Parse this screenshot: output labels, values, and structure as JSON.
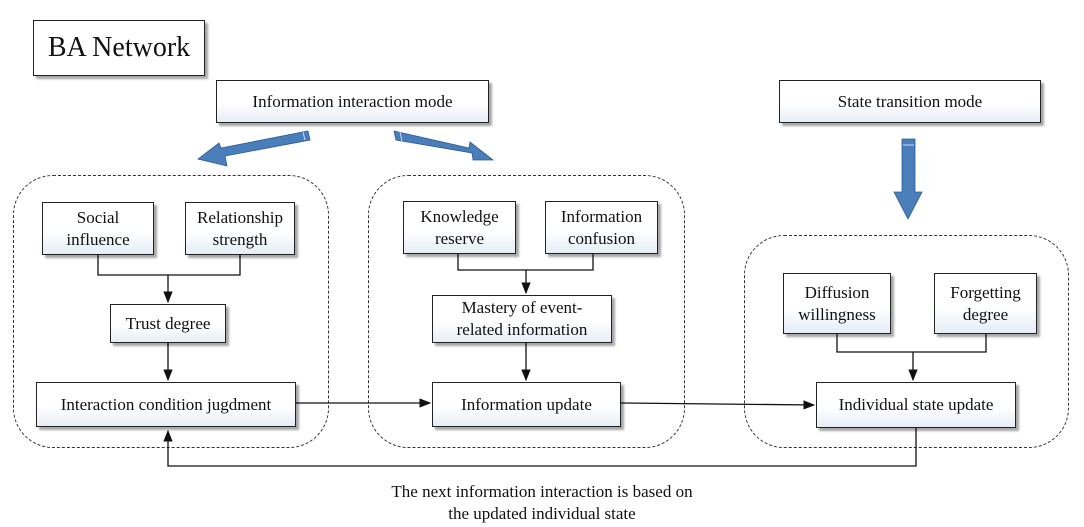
{
  "title": "BA Network",
  "modes": {
    "interaction": "Information interaction mode",
    "transition": "State transition mode"
  },
  "nodes": {
    "social_influence": "Social\ninfluence",
    "relationship_strength": "Relationship\nstrength",
    "trust_degree": "Trust degree",
    "interaction_judgment": "Interaction condition jugdment",
    "knowledge_reserve": "Knowledge\nreserve",
    "information_confusion": "Information\nconfusion",
    "mastery": "Mastery of event-\nrelated information",
    "information_update": "Information update",
    "diffusion_willingness": "Diffusion\nwillingness",
    "forgetting_degree": "Forgetting\ndegree",
    "individual_state_update": "Individual state update"
  },
  "caption": {
    "line1": "The next information interaction is based on",
    "line2": "the updated individual state"
  },
  "colors": {
    "mode_arrow": "#4a7ebb",
    "line": "#111111"
  }
}
